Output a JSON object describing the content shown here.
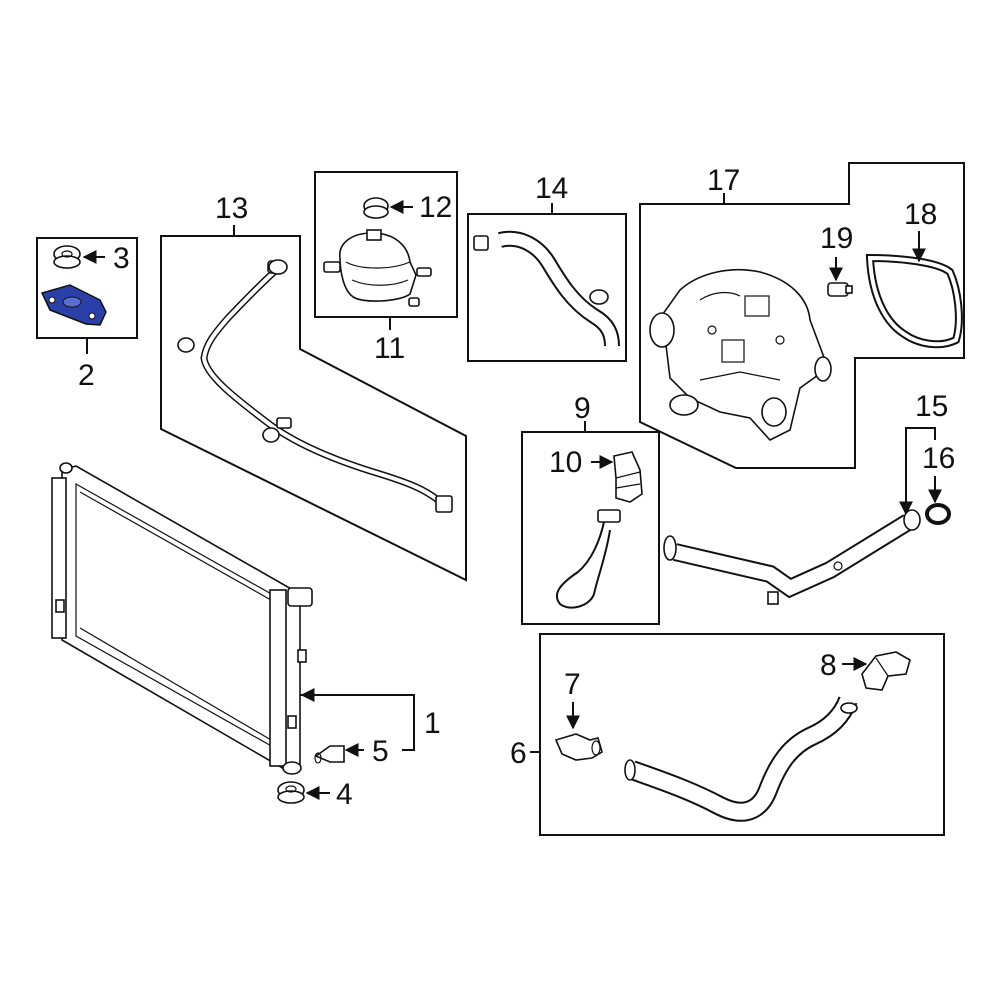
{
  "callouts": {
    "c1": "1",
    "c2": "2",
    "c3": "3",
    "c4": "4",
    "c5": "5",
    "c6": "6",
    "c7": "7",
    "c8": "8",
    "c9": "9",
    "c10": "10",
    "c11": "11",
    "c12": "12",
    "c13": "13",
    "c14": "14",
    "c15": "15",
    "c16": "16",
    "c17": "17",
    "c18": "18",
    "c19": "19"
  },
  "colors": {
    "highlight_part": "#2b3fa8",
    "line": "#111111",
    "background": "#ffffff"
  }
}
